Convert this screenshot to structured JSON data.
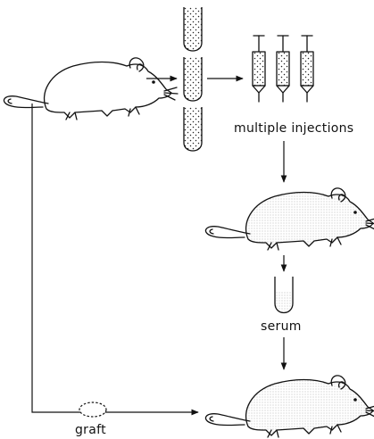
{
  "labels": {
    "multiple_injections": "multiple injections",
    "serum": "serum",
    "graft": "graft"
  },
  "colors": {
    "ink": "#111111",
    "background": "#ffffff"
  }
}
